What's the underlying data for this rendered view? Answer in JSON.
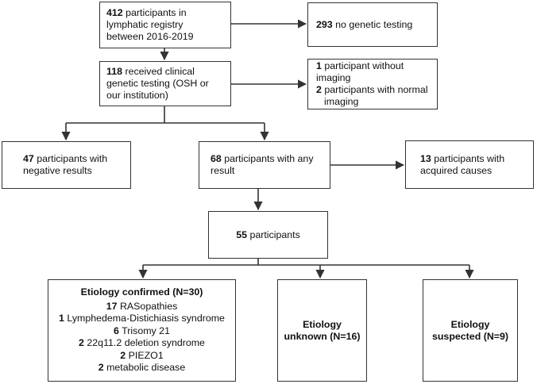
{
  "boxes": {
    "registry": {
      "num": "412",
      "lines": [
        "participants in",
        "lymphatic registry",
        "between 2016-2019"
      ]
    },
    "no_testing": {
      "num": "293",
      "text": "no genetic testing"
    },
    "clinical_testing": {
      "num": "118",
      "lines": [
        "received clinical",
        "genetic testing (OSH or",
        "our institution)"
      ]
    },
    "excluded": {
      "line1_num": "1",
      "line1_text": "participant without",
      "line1_cont": "imaging",
      "line2_num": "2",
      "line2_text": "participants with normal",
      "line2_cont": "imaging"
    },
    "negative": {
      "num": "47",
      "text": "participants with",
      "cont": "negative results"
    },
    "any_result": {
      "num": "68",
      "text": "participants with any",
      "cont": "result"
    },
    "acquired": {
      "num": "13",
      "text": "participants with",
      "cont": "acquired causes"
    },
    "fifty_five": {
      "num": "55",
      "text": "participants"
    },
    "confirmed": {
      "title": "Etiology confirmed (N=30)",
      "items": [
        {
          "num": "17",
          "text": "RASopathies"
        },
        {
          "num": "1",
          "text": "Lymphedema-Distichiasis syndrome"
        },
        {
          "num": "6",
          "text": "Trisomy 21"
        },
        {
          "num": "2",
          "text": "22q11.2 deletion syndrome"
        },
        {
          "num": "2",
          "text": "PIEZO1"
        },
        {
          "num": "2",
          "text": "metabolic disease"
        }
      ]
    },
    "unknown": {
      "line1": "Etiology",
      "line2": "unknown (N=16)"
    },
    "suspected": {
      "line1": "Etiology",
      "line2": "suspected (N=9)"
    }
  }
}
